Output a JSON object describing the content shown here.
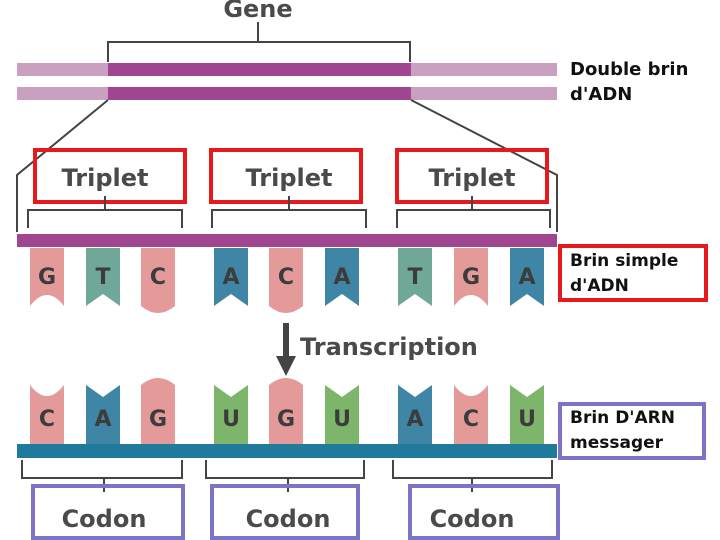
{
  "gene_label": "Gene",
  "dna_double_label": [
    "Double brin",
    "d'ADN"
  ],
  "triplet_label": "Triplet",
  "dna_single_label": [
    "Brin simple",
    "d'ADN"
  ],
  "transcription_label": "Transcription",
  "mrna_label": [
    "Brin D'ARN",
    "messager"
  ],
  "codon_label": "Codon",
  "dna_bases": [
    "G",
    "T",
    "C",
    "A",
    "C",
    "A",
    "T",
    "G",
    "A"
  ],
  "rna_bases": [
    "C",
    "A",
    "G",
    "U",
    "G",
    "U",
    "A",
    "C",
    "U"
  ],
  "base_colors": {
    "G": "#e59a9a",
    "T": "#6fa898",
    "C": "#e59a9a",
    "A": "#3f86a6",
    "U": "#7db56a"
  },
  "colors": {
    "dna_strand": "#a0458f",
    "dna_strand_light": "#c9a0bf",
    "rna_strand": "#1f7a9c",
    "triplet_box": "#e8191b",
    "codon_box": "#7b74c9"
  }
}
